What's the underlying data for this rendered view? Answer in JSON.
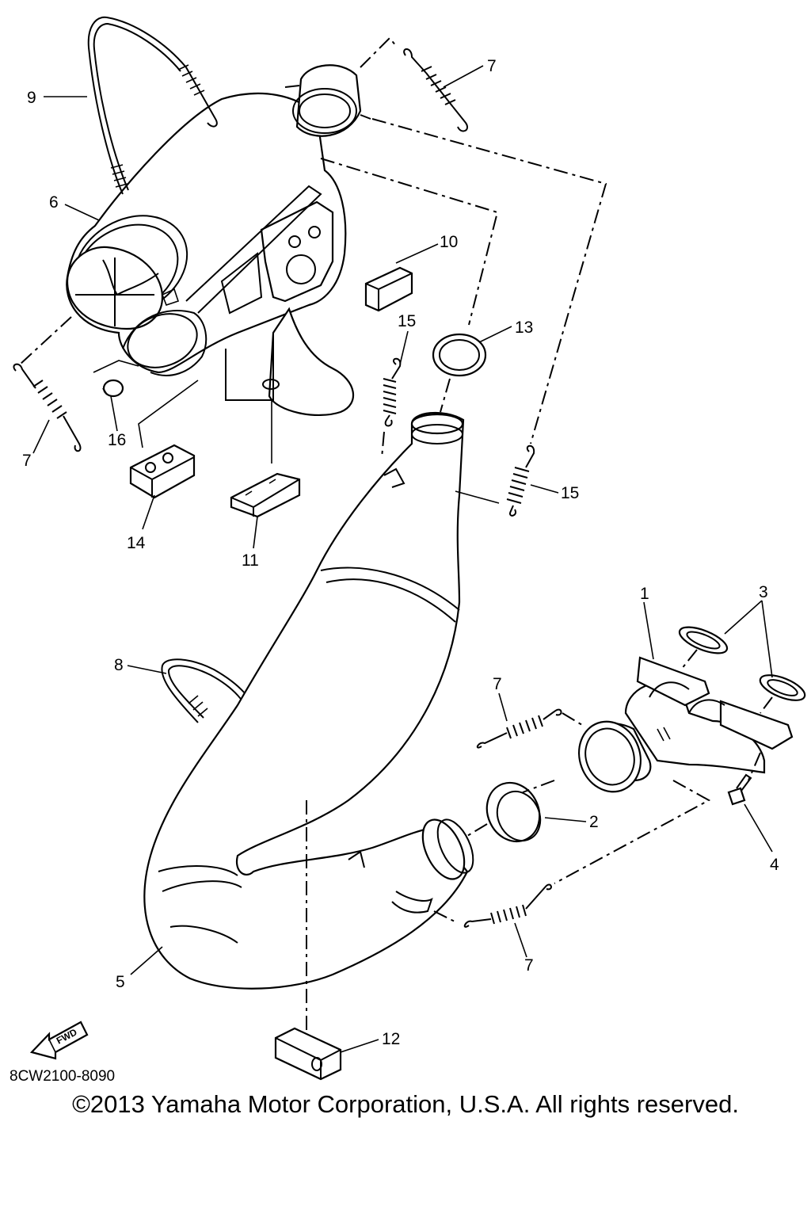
{
  "diagram": {
    "labels": {
      "p1": "1",
      "p2": "2",
      "p3": "3",
      "p4": "4",
      "p5": "5",
      "p6": "6",
      "p7a": "7",
      "p7b": "7",
      "p7c": "7",
      "p7d": "7",
      "p8": "8",
      "p9": "9",
      "p10": "10",
      "p11a": "11",
      "p12": "12",
      "p13": "13",
      "p14": "14",
      "p15a": "15",
      "p15b": "15",
      "p16": "16"
    },
    "fwd_arrow": "FWD",
    "figure_code": "8CW2100-8090"
  },
  "footer": {
    "copyright": "©2013 Yamaha Motor Corporation, U.S.A. All rights reserved."
  }
}
